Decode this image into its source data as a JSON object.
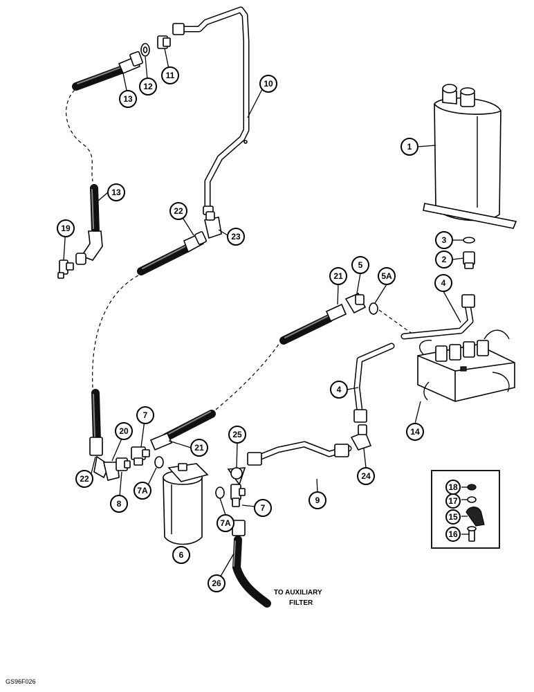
{
  "callouts": {
    "c1": "1",
    "c2": "2",
    "c3": "3",
    "c4a": "4",
    "c4b": "4",
    "c5": "5",
    "c5a": "5A",
    "c6": "6",
    "c7a": "7",
    "c7b": "7",
    "c7aa": "7A",
    "c7ab": "7A",
    "c8": "8",
    "c9": "9",
    "c10": "10",
    "c11": "11",
    "c12": "12",
    "c13a": "13",
    "c13b": "13",
    "c14": "14",
    "c15": "15",
    "c16": "16",
    "c17": "17",
    "c18": "18",
    "c19": "19",
    "c20": "20",
    "c21a": "21",
    "c21b": "21",
    "c22a": "22",
    "c22b": "22",
    "c23": "23",
    "c24": "24",
    "c25": "25",
    "c26": "26"
  },
  "note": {
    "line1": "TO AUXILIARY",
    "line2": "FILTER"
  },
  "figure_code": "GS96F026"
}
